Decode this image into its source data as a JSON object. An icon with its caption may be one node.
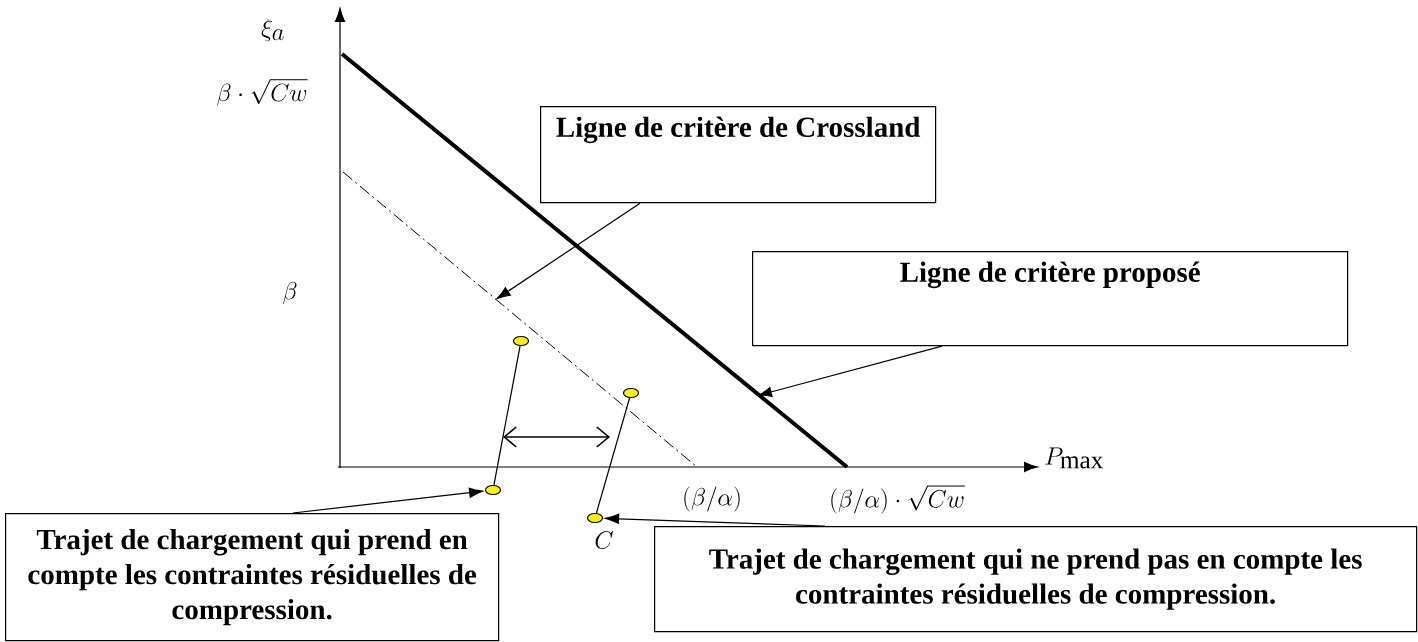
{
  "diagram": {
    "nodes": [
      {
        "text": [
          "Ligne de critère de Crossland"
        ]
      },
      {
        "text": [
          "Ligne de critère proposé"
        ]
      },
      {
        "text": [],
        "shape": "circle"
      },
      {
        "text": [],
        "shape": "circle"
      },
      {
        "text": [],
        "shape": "circle"
      },
      {
        "text": [
          "Trajet de chargement qui prend en compte les contraintes résiduelles de compression."
        ]
      },
      {
        "text": [],
        "shape": "circle"
      },
      {
        "text": [
          "Trajet de chargement qui ne prend pas en compte les contraintes résiduelles de compression."
        ]
      }
    ],
    "edges": [
      {
        "from": 0,
        "to": null,
        "arrow": "to"
      },
      {
        "from": 1,
        "to": null,
        "arrow": "to"
      },
      {
        "from": 2,
        "to": 4,
        "arrow": "none"
      },
      {
        "from": 3,
        "to": 6,
        "arrow": "none"
      },
      {
        "from": 5,
        "to": 4,
        "arrow": "to"
      },
      {
        "from": 7,
        "to": 6,
        "arrow": "to"
      }
    ],
    "labels": [
      "\\xi_a",
      "\\beta\\cdot\\sqrt{Cw}",
      "\\beta",
      "P_{\\max}",
      "(\\beta/\\alpha)",
      "(\\beta/\\alpha)\\cdot\\sqrt{Cw}",
      "C"
    ]
  }
}
